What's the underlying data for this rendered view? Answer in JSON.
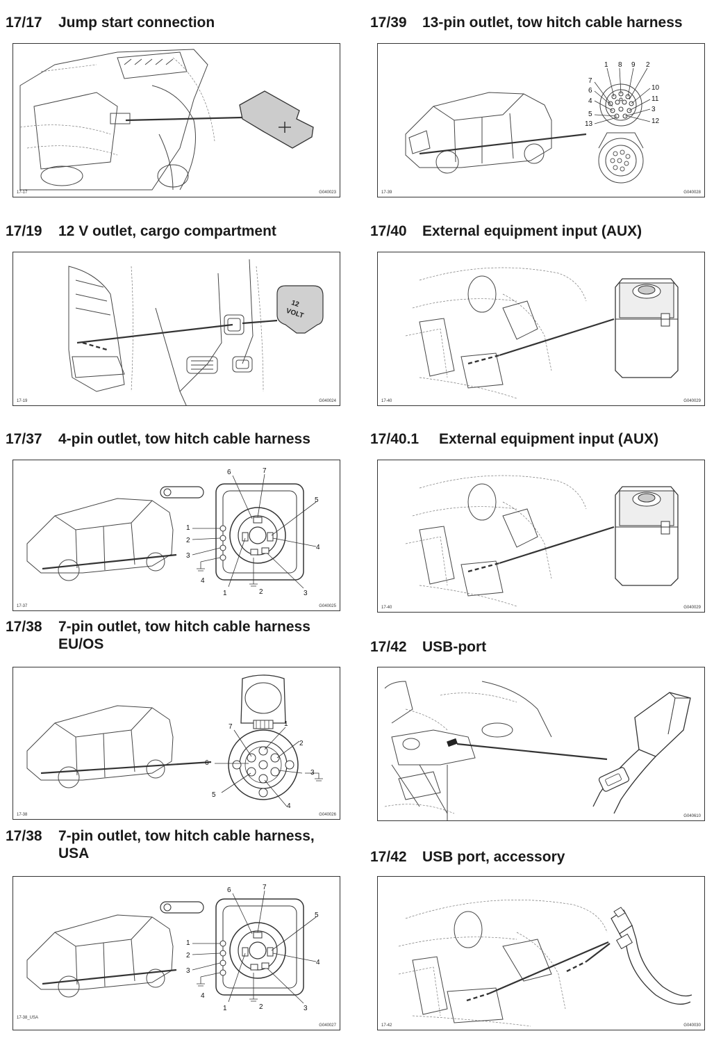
{
  "sections": [
    {
      "id": "jump",
      "number": "17/17",
      "title": "Jump start connection",
      "ref": "17-17",
      "code": "G040023"
    },
    {
      "id": "thirteen",
      "number": "17/39",
      "title": "13-pin outlet, tow hitch cable harness",
      "ref": "17-39",
      "code": "G040028",
      "pins": [
        "1",
        "8",
        "9",
        "2",
        "7",
        "10",
        "6",
        "11",
        "4",
        "3",
        "5",
        "12",
        "13"
      ]
    },
    {
      "id": "twelvev",
      "number": "17/19",
      "title": "12 V outlet, cargo compartment",
      "ref": "17-19",
      "code": "G040024",
      "cap_text_1": "12",
      "cap_text_2": "VOLT"
    },
    {
      "id": "aux1",
      "number": "17/40",
      "title": "External equipment input (AUX)",
      "ref": "17-40",
      "code": "G040029"
    },
    {
      "id": "fourpin",
      "number": "17/37",
      "title": "4-pin outlet, tow hitch cable harness",
      "ref": "17-37",
      "code": "G040025",
      "pins": [
        "6",
        "7",
        "5",
        "1",
        "2",
        "3",
        "4",
        "4",
        "1",
        "2",
        "3"
      ]
    },
    {
      "id": "aux2",
      "number": "17/40.1",
      "title": "External equipment input (AUX)",
      "ref": "17-40",
      "code": "G040029"
    },
    {
      "id": "sevenEU",
      "number": "17/38",
      "title_line1": "7-pin outlet, tow hitch cable harness",
      "title_line2": "EU/OS",
      "ref": "17-38",
      "code": "G040026",
      "pins": [
        "7",
        "1",
        "2",
        "6",
        "3",
        "5",
        "4"
      ]
    },
    {
      "id": "usb",
      "number": "17/42",
      "title": "USB-port",
      "ref": "",
      "code": "G040610"
    },
    {
      "id": "sevenUSA",
      "number": "17/38",
      "title_line1": "7-pin outlet, tow hitch cable harness,",
      "title_line2": "USA",
      "ref": "17-38_USA",
      "code": "G040027",
      "pins": [
        "6",
        "7",
        "5",
        "1",
        "2",
        "3",
        "4",
        "4",
        "1",
        "2",
        "3"
      ]
    },
    {
      "id": "usbacc",
      "number": "17/42",
      "title": "USB port, accessory",
      "ref": "17-42",
      "code": "G040030"
    }
  ]
}
